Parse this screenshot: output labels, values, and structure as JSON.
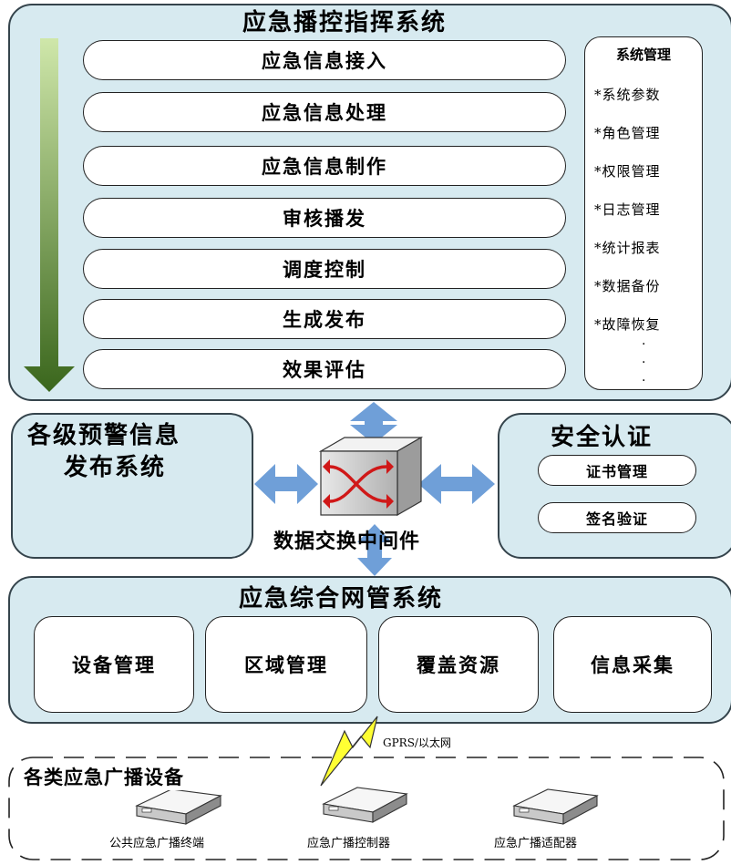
{
  "command_system": {
    "title": "应急播控指挥系统",
    "flow_steps": [
      "应急信息接入",
      "应急信息处理",
      "应急信息制作",
      "审核播发",
      "调度控制",
      "生成发布",
      "效果评估"
    ],
    "system_mgmt": {
      "title": "系统管理",
      "items": [
        "*系统参数",
        "*角色管理",
        "*权限管理",
        "*日志管理",
        "*统计报表",
        "*数据备份",
        "*故障恢复"
      ],
      "ellipsis": [
        "·",
        "·",
        "·"
      ]
    }
  },
  "warning_system": {
    "title_line1": "各级预警信息",
    "title_line2": "发布系统"
  },
  "middleware": {
    "label": "数据交换中间件"
  },
  "security": {
    "title": "安全认证",
    "items": [
      "证书管理",
      "签名验证"
    ]
  },
  "network_mgmt": {
    "title": "应急综合网管系统",
    "modules": [
      "设备管理",
      "区域管理",
      "覆盖资源",
      "信息采集"
    ]
  },
  "link": {
    "label": "GPRS/以太网"
  },
  "devices": {
    "title": "各类应急广播设备",
    "items": [
      "公共应急广播终端",
      "应急广播控制器",
      "应急广播适配器"
    ]
  },
  "colors": {
    "panel_fill": "#d7eaf0",
    "arrow_blue": "#6f9fd8",
    "arrow_green_top": "#c6e2a0",
    "arrow_green_bottom": "#3d6b1e",
    "bolt_yellow": "#ffff33"
  }
}
